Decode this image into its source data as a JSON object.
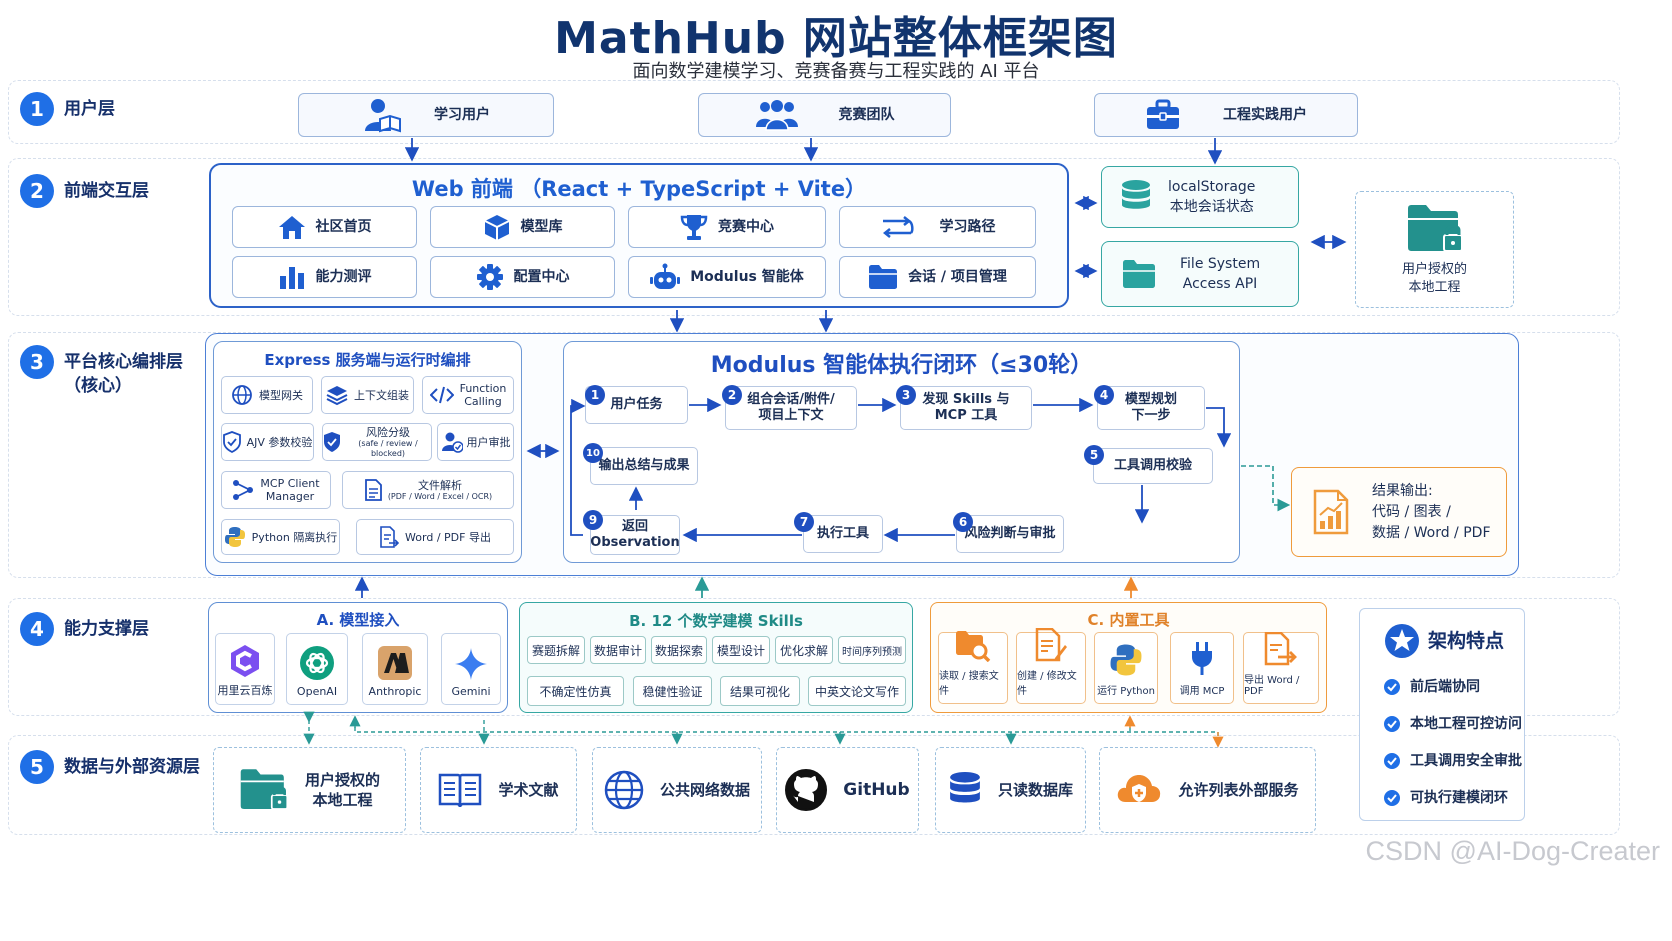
{
  "title": "MathHub 网站整体框架图",
  "subtitle": "面向数学建模学习、竞赛备赛与工程实践的 AI 平台",
  "layers": [
    {
      "num": "1",
      "name": "用户层"
    },
    {
      "num": "2",
      "name": "前端交互层"
    },
    {
      "num": "3",
      "name": "平台核心编排层（核心）"
    },
    {
      "num": "4",
      "name": "能力支撑层"
    },
    {
      "num": "5",
      "name": "数据与外部资源层"
    }
  ],
  "users": [
    "学习用户",
    "竞赛团队",
    "工程实践用户"
  ],
  "frontend": {
    "title": "Web 前端 （React + TypeScript + Vite）",
    "items": [
      "社区首页",
      "模型库",
      "竞赛中心",
      "学习路径",
      "能力测评",
      "配置中心",
      "Modulus 智能体",
      "会话 / 项目管理"
    ]
  },
  "storage": {
    "local_line1": "localStorage",
    "local_line2": "本地会话状态",
    "fs_line1": "File System",
    "fs_line2": "Access API",
    "auth_line1": "用户授权的",
    "auth_line2": "本地工程"
  },
  "express": {
    "title": "Express 服务端与运行时编排",
    "chips": {
      "gateway": "模型网关",
      "context": "上下文组装",
      "fc1": "Function",
      "fc2": "Calling",
      "ajv": "AJV 参数校验",
      "risk1": "风险分级",
      "risk2": "(safe / review / blocked)",
      "approve": "用户审批",
      "mcp1": "MCP Client",
      "mcp2": "Manager",
      "parse1": "文件解析",
      "parse2": "(PDF / Word / Excel / OCR)",
      "python": "Python 隔离执行",
      "export": "Word / PDF 导出"
    }
  },
  "modulus": {
    "title": "Modulus 智能体执行闭环（≤30轮）",
    "steps": [
      {
        "n": "1",
        "l1": "用户任务",
        "l2": ""
      },
      {
        "n": "2",
        "l1": "组合会话/附件/",
        "l2": "项目上下文"
      },
      {
        "n": "3",
        "l1": "发现 Skills 与",
        "l2": "MCP 工具"
      },
      {
        "n": "4",
        "l1": "模型规划",
        "l2": "下一步"
      },
      {
        "n": "5",
        "l1": "工具调用校验",
        "l2": ""
      },
      {
        "n": "6",
        "l1": "风险判断与审批",
        "l2": ""
      },
      {
        "n": "7",
        "l1": "执行工具",
        "l2": ""
      },
      {
        "n": "9",
        "l1": "返回",
        "l2": "Observation"
      },
      {
        "n": "10",
        "l1": "输出总结与成果",
        "l2": ""
      }
    ]
  },
  "result": {
    "line1": "结果输出:",
    "line2": "代码 / 图表 /",
    "line3": "数据 / Word / PDF"
  },
  "models": {
    "title": "A. 模型接入",
    "items": [
      "用里云百炼",
      "OpenAI",
      "Anthropic",
      "Gemini"
    ]
  },
  "skills": {
    "title": "B. 12 个数学建模 Skills",
    "row1": [
      "赛题拆解",
      "数据审计",
      "数据探索",
      "模型设计",
      "优化求解",
      "时间序列预测"
    ],
    "row2": [
      "不确定性仿真",
      "稳健性验证",
      "结果可视化",
      "中英文论文写作"
    ]
  },
  "tools": {
    "title": "C. 内置工具",
    "items": [
      "读取 / 搜索文件",
      "创建 / 修改文件",
      "运行 Python",
      "调用 MCP",
      "导出 Word / PDF"
    ]
  },
  "features": {
    "title": "架构特点",
    "items": [
      "前后端协同",
      "本地工程可控访问",
      "工具调用安全审批",
      "可执行建模闭环"
    ]
  },
  "resources": {
    "auth_line1": "用户授权的",
    "auth_line2": "本地工程",
    "items": [
      "学术文献",
      "公共网络数据",
      "GitHub",
      "只读数据库",
      "允许列表外部服务"
    ]
  },
  "watermark": "CSDN @AI-Dog-Creater",
  "colors": {
    "primary": "#1f6fe6",
    "navy": "#16306b",
    "teal": "#36a7a3",
    "orange": "#ef9b3c"
  }
}
